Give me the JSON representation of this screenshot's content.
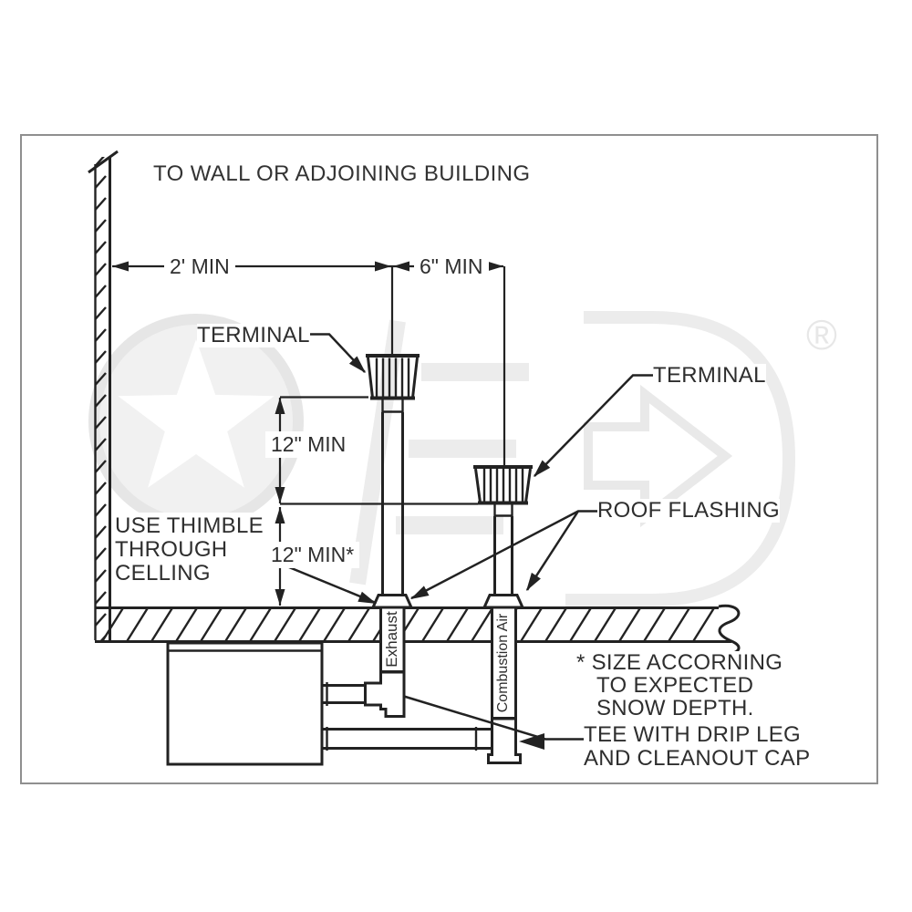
{
  "diagram": {
    "title": "TO WALL OR ADJOINING BUILDING",
    "dimensions": {
      "wall_clearance": "2' MIN",
      "terminal_spacing": "6\" MIN",
      "terminal_height_difference": "12\" MIN",
      "roof_clearance": "12\" MIN*"
    },
    "labels": {
      "terminal_left": "TERMINAL",
      "terminal_right": "TERMINAL",
      "roof_flashing": "ROOF FLASHING",
      "thimble_line1": "USE THIMBLE",
      "thimble_line2": "THROUGH",
      "thimble_line3": "CELLING",
      "note_line1": "* SIZE ACCORNING",
      "note_line2": "TO EXPECTED",
      "note_line3": "SNOW DEPTH.",
      "tee_line1": "TEE WITH DRIP LEG",
      "tee_line2": "AND CLEANOUT CAP",
      "pipe_exhaust": "Exhaust",
      "pipe_combustion_air": "Combustion Air"
    },
    "watermark": {
      "registered_mark": "®"
    },
    "colors": {
      "line": "#222222",
      "text": "#2e2e2e",
      "frame": "#8f8f8f",
      "watermark": "#ececec",
      "background": "#ffffff"
    }
  }
}
